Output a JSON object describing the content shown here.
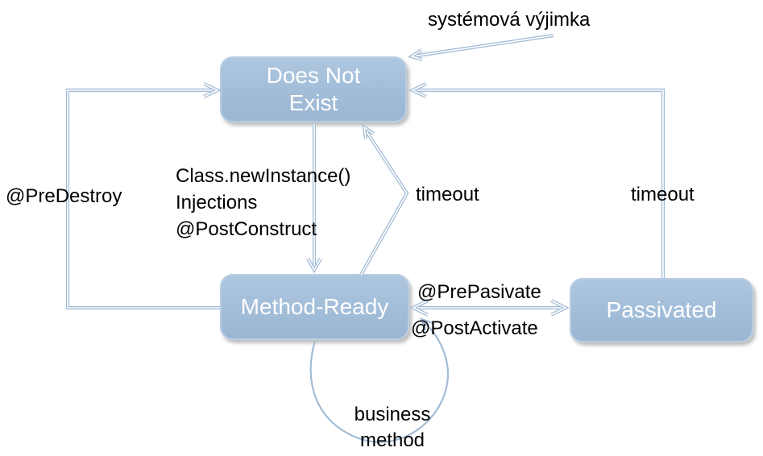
{
  "colors": {
    "box_fill": "#a2bdd8",
    "box_fill_light": "#aec7e0",
    "box_border": "#b9cde2",
    "box_text": "#ffffff",
    "arrow": "#a3bcd6",
    "label_text": "#000000"
  },
  "states": {
    "does_not_exist": {
      "line1": "Does Not",
      "line2": "Exist"
    },
    "method_ready": {
      "label": "Method-Ready"
    },
    "passivated": {
      "label": "Passivated"
    }
  },
  "labels": {
    "system_exception": "systémová výjimka",
    "pre_destroy": "@PreDestroy",
    "create_line1": "Class.newInstance()",
    "create_line2": "Injections",
    "create_line3": "@PostConstruct",
    "timeout_left": "timeout",
    "timeout_right": "timeout",
    "pre_pasivate": "@PrePasivate",
    "post_activate": "@PostActivate",
    "business_line1": "business",
    "business_line2": "method"
  }
}
